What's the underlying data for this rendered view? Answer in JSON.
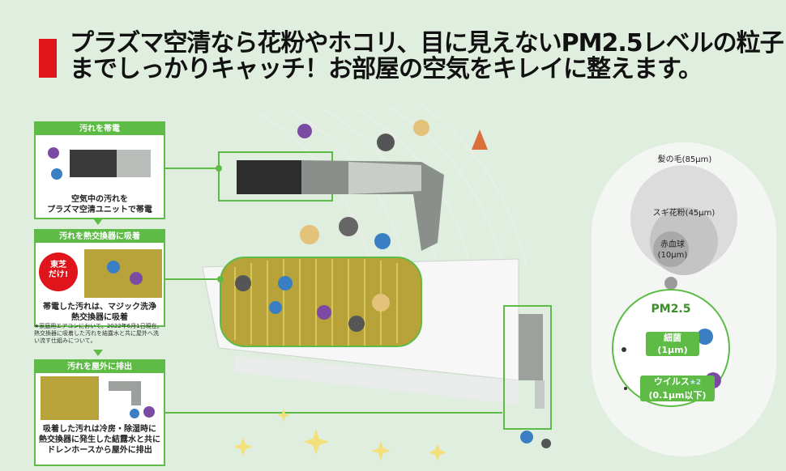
{
  "headline": {
    "line1": "プラズマ空清なら花粉やホコリ、目に見えないPM2.5レベルの粒子",
    "line2": "までしっかりキャッチ！お部屋の空気をキレイに整えます。"
  },
  "steps": [
    {
      "title": "汚れを帯電",
      "caption1": "空気中の汚れを",
      "caption2": "プラズマ空清ユニットで帯電"
    },
    {
      "title": "汚れを熱交換器に吸着",
      "badge1": "東芝",
      "badge2": "だけ!",
      "caption1": "帯電した汚れは、マジック洗浄",
      "caption2": "熱交換器に吸着"
    },
    {
      "title": "汚れを屋外に排出",
      "caption1": "吸着した汚れは冷房・除湿時に",
      "caption2": "熱交換器に発生した結露水と共に",
      "caption3": "ドレンホースから屋外に排出"
    }
  ],
  "footnote": "★家庭用エアコンにおいて。2022年6月1日現在。熱交換器に吸着した汚れを結露水と共に屋外へ洗い流す仕組みについて。",
  "scale": {
    "hair": "髪の毛(85μm)",
    "pollen": "スギ花粉(45μm)",
    "rbc1": "赤血球",
    "rbc2": "(10μm)",
    "pm": "PM2.5",
    "bacteria1": "細菌",
    "bacteria2": "(1μm)",
    "virus1": "ウイルス",
    "virus_note": "★2",
    "virus2": "(0.1μm以下)"
  },
  "colors": {
    "accent": "#5dbb46",
    "red": "#e0141b",
    "virus": "#7b4ba3"
  }
}
